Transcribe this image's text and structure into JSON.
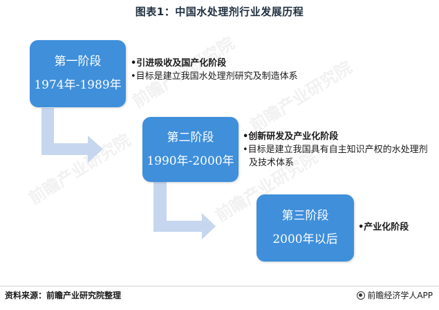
{
  "title": "图表1：中国水处理剂行业发展历程",
  "colors": {
    "stage_box": "#3f8fdb",
    "arrow": "#c6d6ee",
    "text": "#1a1a1a"
  },
  "stages": [
    {
      "name": "第一阶段",
      "period": "1974年-1989年",
      "head": "•引进吸收及国产化阶段",
      "details": [
        "•目标是建立我国水处理剂研究及制造体系"
      ]
    },
    {
      "name": "第二阶段",
      "period": "1990年-2000年",
      "head": "•创新研发及产业化阶段",
      "details": [
        "•目标是建立我国具有自主知识产权的水处理剂及技术体系"
      ]
    },
    {
      "name": "第三阶段",
      "period": "2000年以后",
      "head": "•产业化阶段",
      "details": []
    }
  ],
  "footer": {
    "source": "资料来源：前瞻产业研究院整理",
    "brand": "前瞻经济学人APP",
    "brand_icon": "qianzhan-logo-icon"
  }
}
